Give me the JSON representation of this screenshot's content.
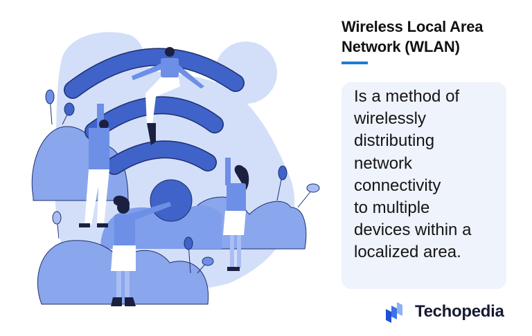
{
  "illustration": {
    "name": "wifi-people-illustration",
    "colors": {
      "background_blob": "#d3dff9",
      "cloud": "#7f9eeb",
      "cloud_light": "#a9bef3",
      "wifi_arc": "#3f63c9",
      "wifi_arc_outline": "#1d2e6e",
      "person_top": "#6d8fe6",
      "hair": "#1b2040",
      "pants": "#ffffff"
    }
  },
  "header": {
    "title_line1": "Wireless Local Area",
    "title_line2": "Network (WLAN)",
    "accent_color": "#1f7ad1"
  },
  "definition": {
    "lines": [
      "Is a method of",
      "wirelessly",
      "distributing",
      "network",
      "connectivity",
      "to multiple",
      "devices within a",
      "localized area."
    ],
    "card_background": "#eef3fc"
  },
  "brand": {
    "name": "Techopedia",
    "icon": "techopedia-logo-icon",
    "colors": [
      "#1d4fd8",
      "#3b73e8",
      "#8fb0f5"
    ]
  }
}
